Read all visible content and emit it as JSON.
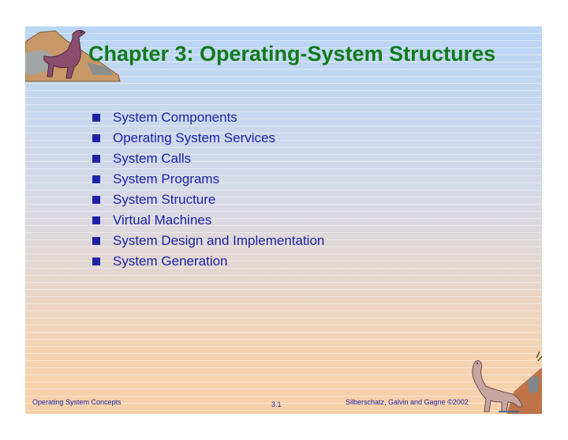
{
  "slide": {
    "title": "Chapter 3:  Operating-System Structures",
    "bullets": [
      "System Components",
      "Operating System Services",
      "System Calls",
      "System Programs",
      "System Structure",
      "Virtual Machines",
      "System Design and Implementation",
      "System Generation"
    ],
    "footer": {
      "left": "Operating System Concepts",
      "center": "3.1",
      "right": "Silberschatz, Galvin and  Gagne ©2002"
    }
  },
  "colors": {
    "title": "#127a1c",
    "text": "#1e22a8",
    "background_top": "#b9d6f5",
    "background_bottom": "#f6cfa7"
  },
  "icons": [
    "dinosaur-top-left-icon",
    "dinosaur-bottom-right-icon"
  ]
}
